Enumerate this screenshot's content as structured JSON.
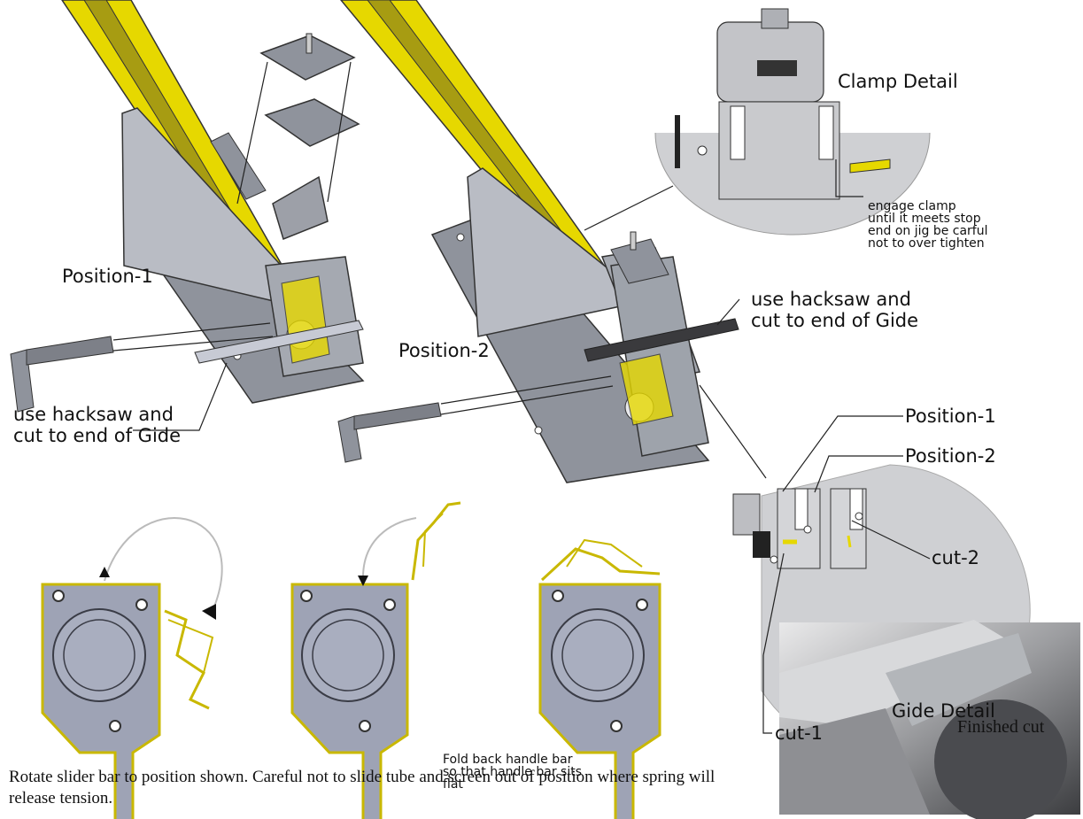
{
  "labels": {
    "clamp_detail": "Clamp Detail",
    "clamp_note": "engage clamp\nuntil it meets stop\nend on jig be carful\nnot to over tighten",
    "position_1": "Position-1",
    "position_2": "Position-2",
    "hacksaw_note_top": "use hacksaw and\ncut to end of Gide",
    "hacksaw_note_left": "use hacksaw and\ncut to end of Gide",
    "gide_position_1": "Position-1",
    "gide_position_2": "Position-2",
    "cut_1": "cut-1",
    "cut_2": "cut-2",
    "gide_detail": "Gide Detail",
    "finished_cut": "Finished cut",
    "fold_note": "Fold back handle bar\nso that handle bar sits\nflat"
  },
  "caption": "Rotate slider bar to position shown. Careful not to slide tube and screen out of position where spring will release tension.",
  "colors": {
    "steel": "#8f939c",
    "steel_light": "#b9bcc4",
    "yellow": "#e6d800",
    "profile_fill": "#9ea3b5",
    "detail_bg": "#cfd0d3"
  }
}
